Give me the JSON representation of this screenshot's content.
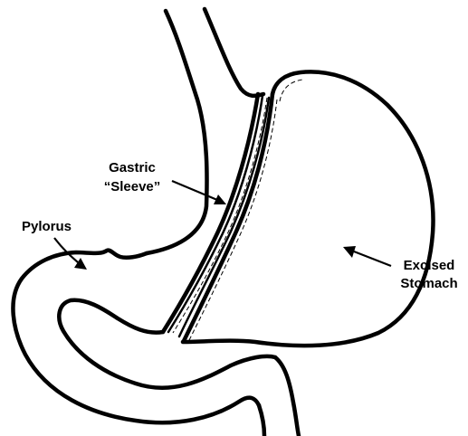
{
  "labels": {
    "gastric_line1": "Gastric",
    "gastric_line2": "“Sleeve”",
    "pylorus": "Pylorus",
    "excised_line1": "Excised",
    "excised_line2": "Stomach"
  }
}
